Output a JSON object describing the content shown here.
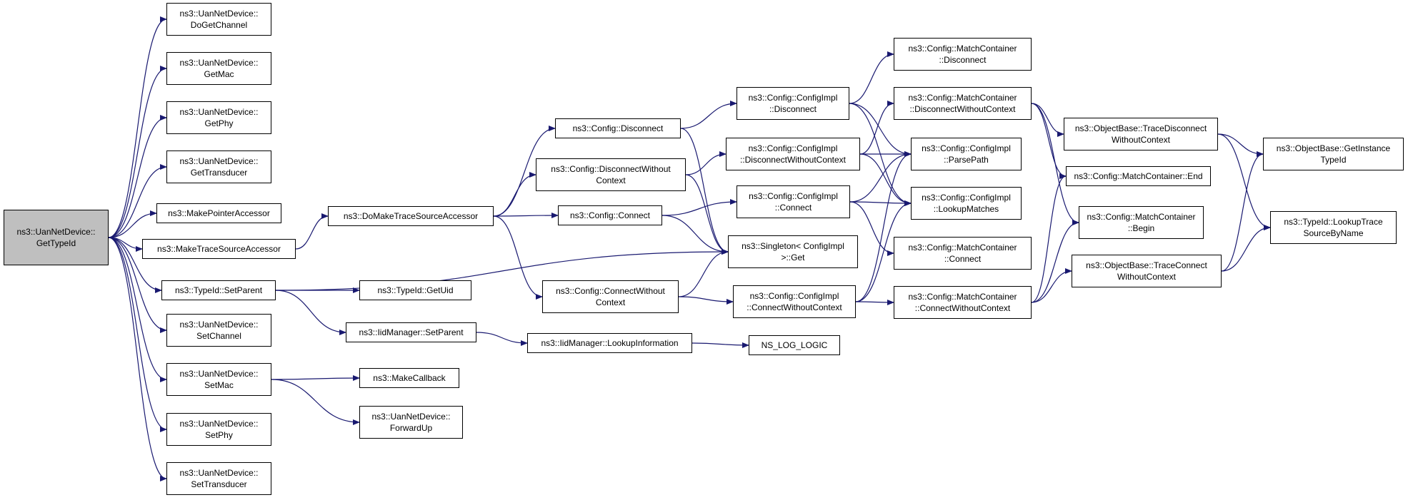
{
  "colors": {
    "edge": "#191970",
    "node_border": "#000000",
    "root_fill": "#bfbfbf"
  },
  "nodes": [
    {
      "id": "root",
      "lines": [
        "ns3::UanNetDevice::",
        "GetTypeId"
      ]
    },
    {
      "id": "do_get_channel",
      "lines": [
        "ns3::UanNetDevice::",
        "DoGetChannel"
      ]
    },
    {
      "id": "get_mac",
      "lines": [
        "ns3::UanNetDevice::",
        "GetMac"
      ]
    },
    {
      "id": "get_phy",
      "lines": [
        "ns3::UanNetDevice::",
        "GetPhy"
      ]
    },
    {
      "id": "get_transducer",
      "lines": [
        "ns3::UanNetDevice::",
        "GetTransducer"
      ]
    },
    {
      "id": "make_pointer_accessor",
      "lines": [
        "ns3::MakePointerAccessor"
      ]
    },
    {
      "id": "make_trace_source_accessor",
      "lines": [
        "ns3::MakeTraceSourceAccessor"
      ]
    },
    {
      "id": "typeid_set_parent",
      "lines": [
        "ns3::TypeId::SetParent"
      ]
    },
    {
      "id": "set_channel",
      "lines": [
        "ns3::UanNetDevice::",
        "SetChannel"
      ]
    },
    {
      "id": "set_mac",
      "lines": [
        "ns3::UanNetDevice::",
        "SetMac"
      ]
    },
    {
      "id": "set_phy",
      "lines": [
        "ns3::UanNetDevice::",
        "SetPhy"
      ]
    },
    {
      "id": "set_transducer",
      "lines": [
        "ns3::UanNetDevice::",
        "SetTransducer"
      ]
    },
    {
      "id": "do_make_trace_source_accessor",
      "lines": [
        "ns3::DoMakeTraceSourceAccessor"
      ]
    },
    {
      "id": "typeid_get_uid",
      "lines": [
        "ns3::TypeId::GetUid"
      ]
    },
    {
      "id": "iid_set_parent",
      "lines": [
        "ns3::IidManager::SetParent"
      ]
    },
    {
      "id": "make_callback",
      "lines": [
        "ns3::MakeCallback"
      ]
    },
    {
      "id": "forward_up",
      "lines": [
        "ns3::UanNetDevice::",
        "ForwardUp"
      ]
    },
    {
      "id": "config_disconnect",
      "lines": [
        "ns3::Config::Disconnect"
      ]
    },
    {
      "id": "config_disconnect_wc",
      "lines": [
        "ns3::Config::DisconnectWithout",
        "Context"
      ]
    },
    {
      "id": "config_connect",
      "lines": [
        "ns3::Config::Connect"
      ]
    },
    {
      "id": "config_connect_wc",
      "lines": [
        "ns3::Config::ConnectWithout",
        "Context"
      ]
    },
    {
      "id": "iid_lookup_information",
      "lines": [
        "ns3::IidManager::LookupInformation"
      ]
    },
    {
      "id": "impl_disconnect",
      "lines": [
        "ns3::Config::ConfigImpl",
        "::Disconnect"
      ]
    },
    {
      "id": "impl_disconnect_wc",
      "lines": [
        "ns3::Config::ConfigImpl",
        "::DisconnectWithoutContext"
      ]
    },
    {
      "id": "impl_connect",
      "lines": [
        "ns3::Config::ConfigImpl",
        "::Connect"
      ]
    },
    {
      "id": "singleton_get",
      "lines": [
        "ns3::Singleton< ConfigImpl",
        " >::Get"
      ]
    },
    {
      "id": "impl_connect_wc",
      "lines": [
        "ns3::Config::ConfigImpl",
        "::ConnectWithoutContext"
      ]
    },
    {
      "id": "ns_log_logic",
      "lines": [
        "NS_LOG_LOGIC"
      ]
    },
    {
      "id": "mc_disconnect",
      "lines": [
        "ns3::Config::MatchContainer",
        "::Disconnect"
      ]
    },
    {
      "id": "mc_disconnect_wc",
      "lines": [
        "ns3::Config::MatchContainer",
        "::DisconnectWithoutContext"
      ]
    },
    {
      "id": "impl_parse_path",
      "lines": [
        "ns3::Config::ConfigImpl",
        "::ParsePath"
      ]
    },
    {
      "id": "impl_lookup_matches",
      "lines": [
        "ns3::Config::ConfigImpl",
        "::LookupMatches"
      ]
    },
    {
      "id": "mc_connect",
      "lines": [
        "ns3::Config::MatchContainer",
        "::Connect"
      ]
    },
    {
      "id": "mc_connect_wc",
      "lines": [
        "ns3::Config::MatchContainer",
        "::ConnectWithoutContext"
      ]
    },
    {
      "id": "ob_trace_disconnect_wc",
      "lines": [
        "ns3::ObjectBase::TraceDisconnect",
        "WithoutContext"
      ]
    },
    {
      "id": "mc_end",
      "lines": [
        "ns3::Config::MatchContainer::End"
      ]
    },
    {
      "id": "mc_begin",
      "lines": [
        "ns3::Config::MatchContainer",
        "::Begin"
      ]
    },
    {
      "id": "ob_trace_connect_wc",
      "lines": [
        "ns3::ObjectBase::TraceConnect",
        "WithoutContext"
      ]
    },
    {
      "id": "ob_get_instance_typeid",
      "lines": [
        "ns3::ObjectBase::GetInstance",
        "TypeId"
      ]
    },
    {
      "id": "typeid_lookup_trace_source",
      "lines": [
        "ns3::TypeId::LookupTrace",
        "SourceByName"
      ]
    }
  ],
  "edges": [
    [
      "root",
      "do_get_channel"
    ],
    [
      "root",
      "get_mac"
    ],
    [
      "root",
      "get_phy"
    ],
    [
      "root",
      "get_transducer"
    ],
    [
      "root",
      "make_pointer_accessor"
    ],
    [
      "root",
      "make_trace_source_accessor"
    ],
    [
      "root",
      "typeid_set_parent"
    ],
    [
      "root",
      "set_channel"
    ],
    [
      "root",
      "set_mac"
    ],
    [
      "root",
      "set_phy"
    ],
    [
      "root",
      "set_transducer"
    ],
    [
      "make_trace_source_accessor",
      "do_make_trace_source_accessor"
    ],
    [
      "typeid_set_parent",
      "singleton_get"
    ],
    [
      "typeid_set_parent",
      "typeid_get_uid"
    ],
    [
      "typeid_set_parent",
      "iid_set_parent"
    ],
    [
      "set_mac",
      "make_callback"
    ],
    [
      "set_mac",
      "forward_up"
    ],
    [
      "do_make_trace_source_accessor",
      "config_disconnect"
    ],
    [
      "do_make_trace_source_accessor",
      "config_disconnect_wc"
    ],
    [
      "do_make_trace_source_accessor",
      "config_connect"
    ],
    [
      "do_make_trace_source_accessor",
      "config_connect_wc"
    ],
    [
      "iid_set_parent",
      "iid_lookup_information"
    ],
    [
      "iid_lookup_information",
      "ns_log_logic"
    ],
    [
      "config_disconnect",
      "impl_disconnect"
    ],
    [
      "config_disconnect",
      "singleton_get"
    ],
    [
      "config_disconnect_wc",
      "impl_disconnect_wc"
    ],
    [
      "config_disconnect_wc",
      "singleton_get"
    ],
    [
      "config_connect",
      "impl_connect"
    ],
    [
      "config_connect",
      "singleton_get"
    ],
    [
      "config_connect_wc",
      "singleton_get"
    ],
    [
      "config_connect_wc",
      "impl_connect_wc"
    ],
    [
      "impl_disconnect",
      "mc_disconnect"
    ],
    [
      "impl_disconnect",
      "impl_parse_path"
    ],
    [
      "impl_disconnect",
      "impl_lookup_matches"
    ],
    [
      "impl_disconnect_wc",
      "mc_disconnect_wc"
    ],
    [
      "impl_disconnect_wc",
      "impl_parse_path"
    ],
    [
      "impl_disconnect_wc",
      "impl_lookup_matches"
    ],
    [
      "impl_connect",
      "impl_parse_path"
    ],
    [
      "impl_connect",
      "impl_lookup_matches"
    ],
    [
      "impl_connect",
      "mc_connect"
    ],
    [
      "impl_connect_wc",
      "impl_parse_path"
    ],
    [
      "impl_connect_wc",
      "impl_lookup_matches"
    ],
    [
      "impl_connect_wc",
      "mc_connect_wc"
    ],
    [
      "mc_disconnect_wc",
      "ob_trace_disconnect_wc"
    ],
    [
      "mc_disconnect_wc",
      "mc_end"
    ],
    [
      "mc_disconnect_wc",
      "mc_begin"
    ],
    [
      "mc_connect_wc",
      "mc_end"
    ],
    [
      "mc_connect_wc",
      "mc_begin"
    ],
    [
      "mc_connect_wc",
      "ob_trace_connect_wc"
    ],
    [
      "ob_trace_disconnect_wc",
      "ob_get_instance_typeid"
    ],
    [
      "ob_trace_disconnect_wc",
      "typeid_lookup_trace_source"
    ],
    [
      "ob_trace_connect_wc",
      "ob_get_instance_typeid"
    ],
    [
      "ob_trace_connect_wc",
      "typeid_lookup_trace_source"
    ]
  ]
}
